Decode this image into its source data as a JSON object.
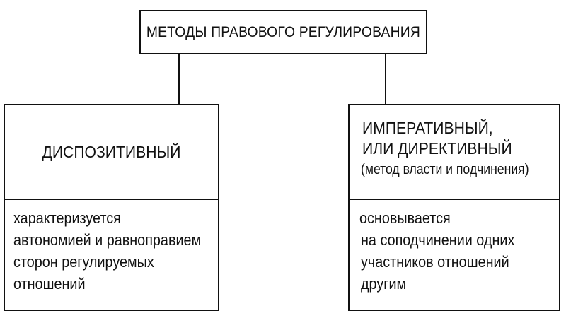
{
  "diagram": {
    "title": "МЕТОДЫ ПРАВОВОГО РЕГУЛИРОВАНИЯ",
    "left": {
      "heading": "ДИСПОЗИТИВНЫЙ",
      "description_lines": [
        "характеризуется",
        "автономией и равноправием",
        "сторон регулируемых",
        "отношений"
      ]
    },
    "right": {
      "heading_lines": [
        "ИМПЕРАТИВНЫЙ,",
        "ИЛИ ДИРЕКТИВНЫЙ"
      ],
      "subheading": "(метод власти и подчинения)",
      "description_lines": [
        "основывается",
        "на соподчинении одних",
        "участников отношений",
        "другим"
      ]
    }
  },
  "colors": {
    "line": "#111111",
    "background": "#ffffff",
    "text": "#111111"
  }
}
